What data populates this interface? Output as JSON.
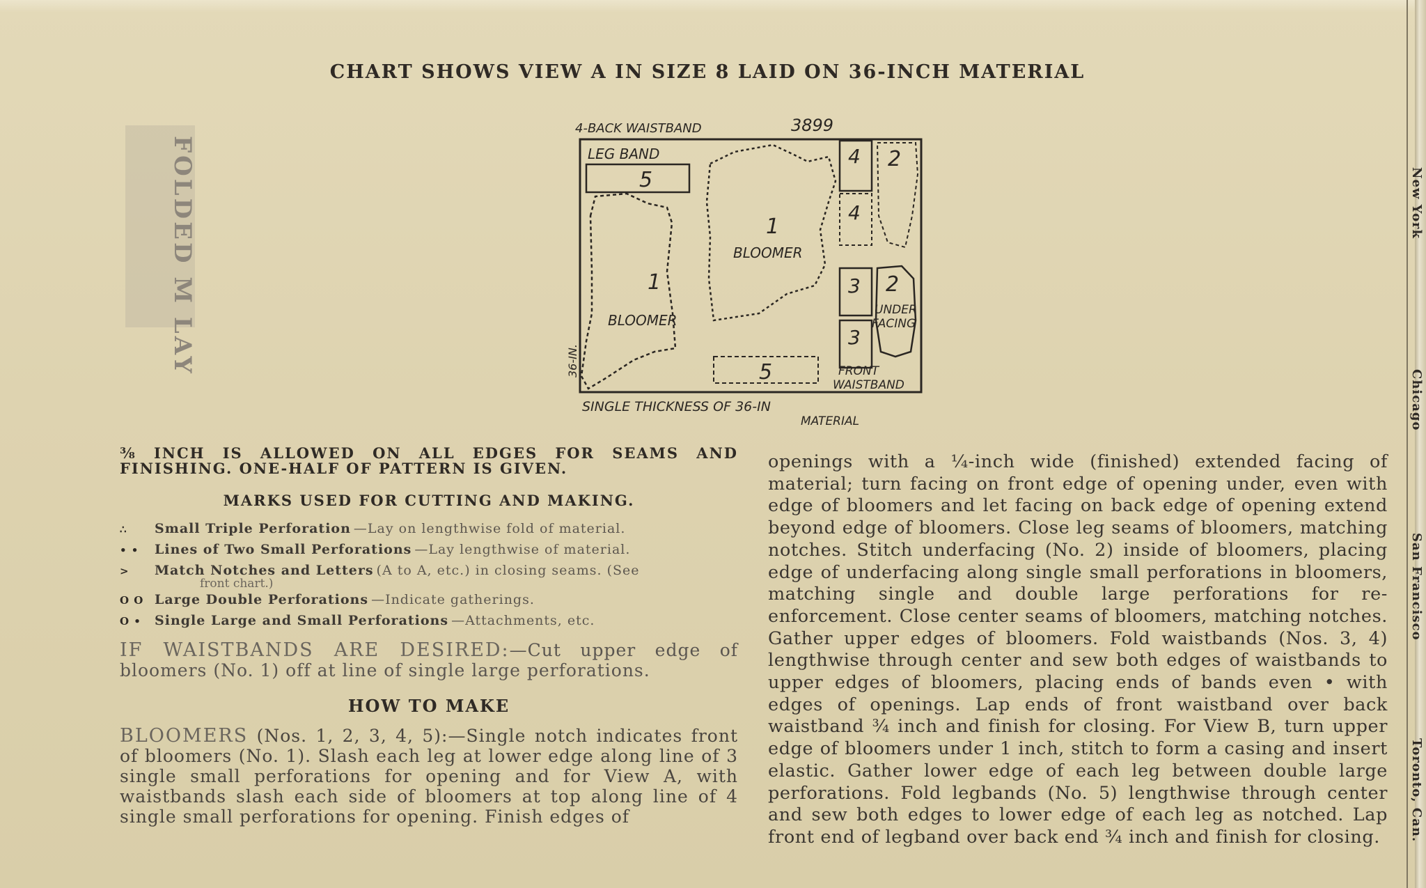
{
  "heading": "CHART SHOWS VIEW A IN SIZE 8 LAID ON 36-INCH MATERIAL",
  "stamp": {
    "text": "FOLDED M LAY"
  },
  "diagram": {
    "top_label": "4-BACK WAISTBAND",
    "pattern_number": "3899",
    "leg_band": "LEG BAND",
    "piece_5": "5",
    "piece_1": "1",
    "bloomer": "BLOOMER",
    "piece_4": "4",
    "piece_2": "2",
    "piece_3": "3",
    "under_facing": "UNDER FACING",
    "front_waistband": "FRONT WAISTBAND",
    "side_label": "36-IN.",
    "bottom_label_1": "SINGLE THICKNESS OF 36-IN",
    "bottom_label_2": "MATERIAL"
  },
  "seam_text": "⅜ INCH IS ALLOWED ON ALL EDGES FOR SEAMS AND FINISHING. ONE-HALF OF PATTERN IS GIVEN.",
  "marks_title": "MARKS USED FOR CUTTING AND MAKING.",
  "marks": [
    {
      "symbol": "∴",
      "title": "Small Triple Perforation",
      "desc": "—Lay on lengthwise fold of material."
    },
    {
      "symbol": "• •",
      "title": "Lines of Two Small Perforations",
      "desc": "—Lay lengthwise of material."
    },
    {
      "symbol": ">",
      "title": "Match Notches and Letters",
      "desc": "(A to A, etc.) in closing seams. (See",
      "note": "front chart.)"
    },
    {
      "symbol": "O O",
      "title": "Large Double Perforations",
      "desc": "—Indicate gatherings."
    },
    {
      "symbol": "O •",
      "title": "Single Large and Small Perforations",
      "desc": "—Attachments, etc."
    }
  ],
  "waistband_lead": "IF WAISTBANDS ARE DESIRED:",
  "waistband_text": "—Cut upper edge of bloomers (No. 1) off at line of single large perforations.",
  "howto_title": "HOW TO MAKE",
  "bloomers_lead": "BLOOMERS",
  "bloomers_text": " (Nos. 1, 2, 3, 4, 5):—Single notch indicates front of bloomers (No. 1). Slash each leg at lower edge along line of 3 single small perforations for opening and for View A, with waistbands slash each side of bloomers at top along line of 4 single small perforations for opening. Finish edges of",
  "right_text": "openings with a ¼-inch wide (finished) extended facing of material; turn facing on front edge of opening under, even with edge of bloomers and let facing on back edge of opening extend beyond edge of bloomers. Close leg seams of bloomers, matching notches. Stitch underfacing (No. 2) inside of bloomers, placing edge of underfacing along single small perforations in bloomers, matching single and double large perforations for re-enforcement. Close center seams of bloomers, matching notches. Gather upper edges of bloomers. Fold waistbands (Nos. 3, 4) lengthwise through center and sew both edges of waistbands to upper edges of bloomers, placing ends of bands even • with edges of openings. Lap ends of front waistband over back waistband ¾ inch and finish for closing. For View B, turn upper edge of bloomers under 1 inch, stitch to form a casing and insert elastic. Gather lower edge of each leg between double large perforations. Fold legbands (No. 5) lengthwise through center and sew both edges to lower edge of each leg as notched. Lap front end of legband over back end ¾ inch and finish for closing.",
  "side_cities": [
    "New York",
    "Chicago",
    "San Francisco",
    "Toronto, Can."
  ]
}
